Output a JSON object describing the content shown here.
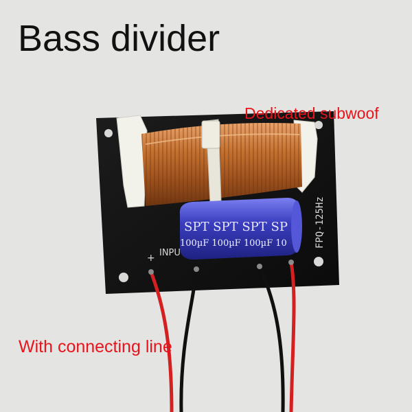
{
  "title": "Bass divider",
  "captions": {
    "top": "Dedicated subwoof",
    "bottom": "With connecting line"
  },
  "board": {
    "model_label": "FPQ-125Hz",
    "input_label": "INPU",
    "plus_marks": [
      "+",
      "+"
    ],
    "minus_mark": "-"
  },
  "capacitor": {
    "brand_text": "SPT SPT SPT SP",
    "value_text": "100µF 100µF 100µF 10"
  },
  "colors": {
    "background": "#e4e4e2",
    "board": "#141414",
    "coil_copper": "#b8652a",
    "capacitor_blue": "#3b3fc0",
    "wire_red": "#d42020",
    "wire_black": "#101010",
    "caption_red": "#e8141c"
  }
}
